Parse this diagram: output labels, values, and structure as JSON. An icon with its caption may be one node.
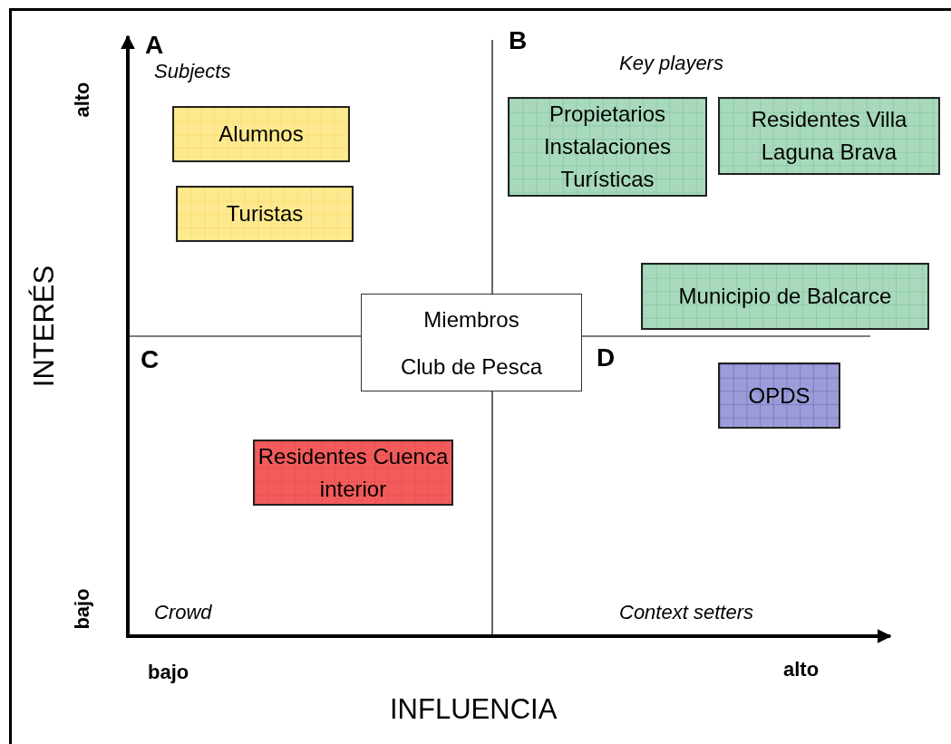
{
  "diagram": {
    "nodes": [
      {
        "text": [
          "Alumnos"
        ]
      },
      {
        "text": [
          "Turistas"
        ]
      },
      {
        "text": [
          "Propietarios Instalaciones Turísticas"
        ]
      },
      {
        "text": [
          "Residentes Villa Laguna Brava"
        ]
      },
      {
        "text": [
          "Municipio de Balcarce"
        ]
      },
      {
        "text": [
          "Miembros",
          "Club de Pesca"
        ]
      },
      {
        "text": [
          "OPDS"
        ]
      },
      {
        "text": [
          "Residentes Cuenca interior"
        ]
      }
    ],
    "edges": [],
    "labels": [
      "A",
      "Subjects",
      "B",
      "Key players",
      "alto",
      "INTERÉS",
      "C",
      "D",
      "bajo",
      "Crowd",
      "Context setters",
      "bajo",
      "alto",
      "INFLUENCIA"
    ]
  }
}
